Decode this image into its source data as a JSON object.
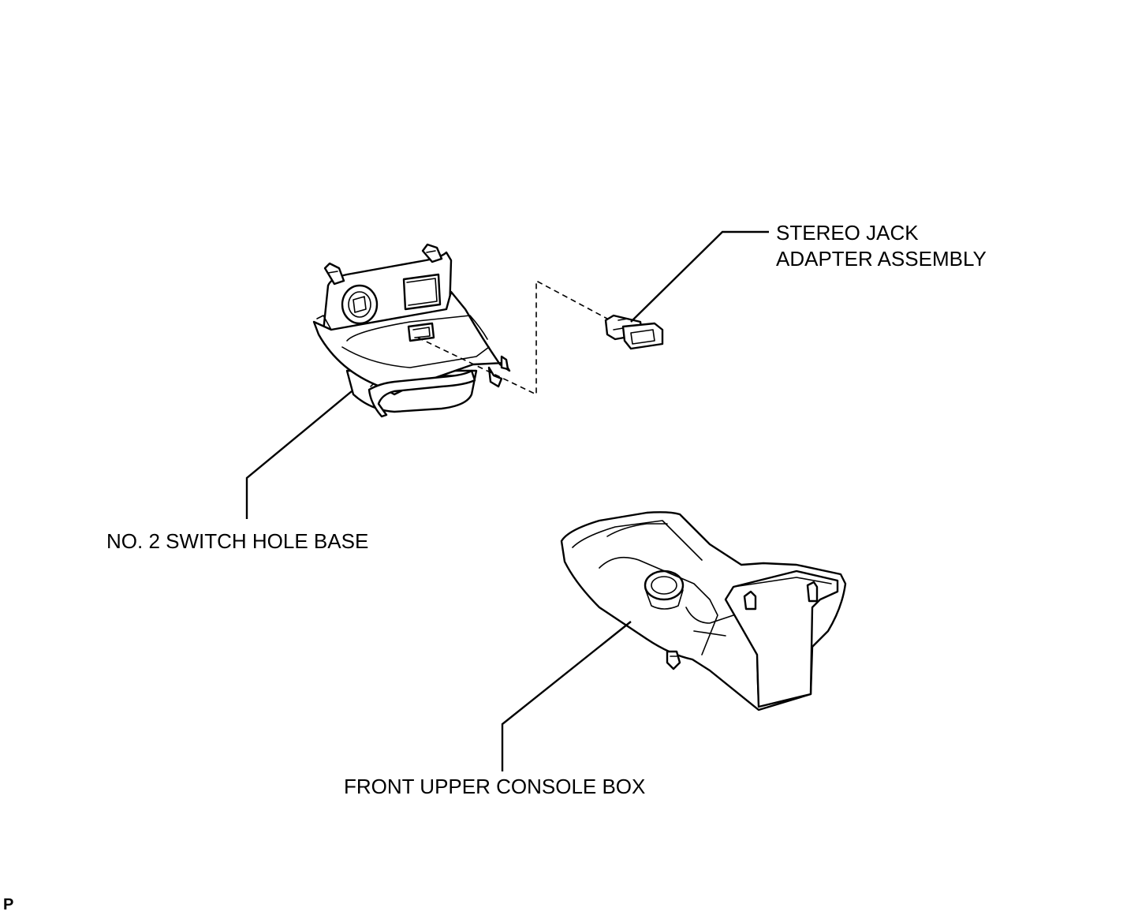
{
  "labels": {
    "stereo_jack_line1": "STEREO JACK",
    "stereo_jack_line2": "ADAPTER ASSEMBLY",
    "switch_hole_base": "NO. 2 SWITCH HOLE BASE",
    "console_box": "FRONT UPPER CONSOLE BOX"
  },
  "corner_code": "P"
}
